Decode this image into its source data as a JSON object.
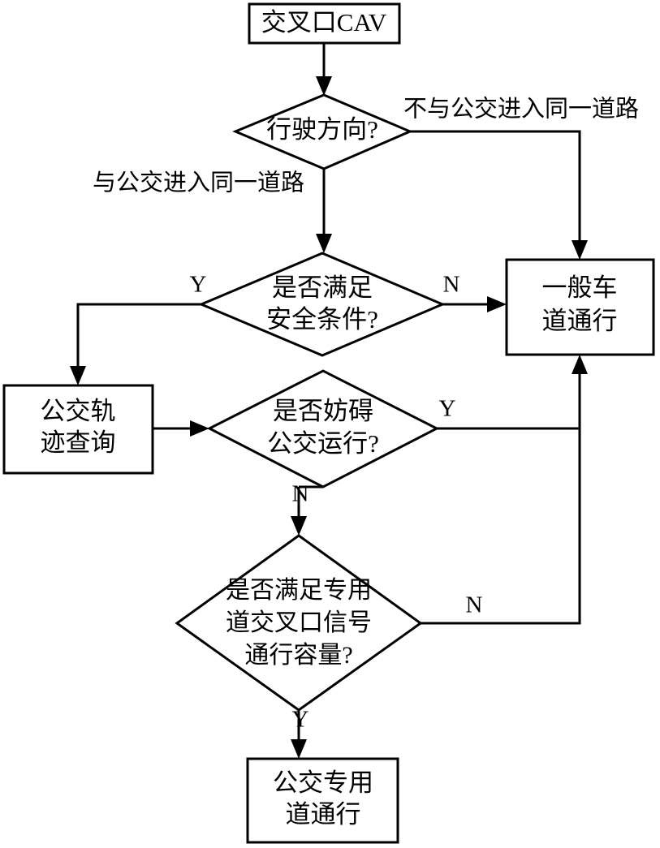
{
  "diagram": {
    "title": "CAV 交叉口通行决策流程图",
    "language": "zh-CN",
    "background_color": "#ffffff",
    "line_color": "#000000",
    "shape_fill": "#ffffff"
  },
  "nodes": {
    "start": {
      "id": "start",
      "type": "process",
      "text": "交叉口CAV"
    },
    "decision_direction": {
      "id": "decision_direction",
      "type": "decision",
      "text": "行驶方向?"
    },
    "decision_safety": {
      "id": "decision_safety",
      "type": "decision",
      "line1": "是否满足",
      "line2": "安全条件?"
    },
    "general_lane": {
      "id": "general_lane",
      "type": "process",
      "line1": "一般车",
      "line2": "道通行"
    },
    "bus_trajectory": {
      "id": "bus_trajectory",
      "type": "process",
      "line1": "公交轨",
      "line2": "迹查询"
    },
    "decision_obstruct": {
      "id": "decision_obstruct",
      "type": "decision",
      "line1": "是否妨碍",
      "line2": "公交运行?"
    },
    "decision_capacity": {
      "id": "decision_capacity",
      "type": "decision",
      "line1": "是否满足专用",
      "line2": "道交叉口信号",
      "line3": "通行容量?"
    },
    "bus_lane": {
      "id": "bus_lane",
      "type": "process",
      "line1": "公交专用",
      "line2": "道通行"
    }
  },
  "edge_labels": {
    "same_road": "与公交进入同一道路",
    "not_same_road": "不与公交进入同一道路",
    "safety_yes": "Y",
    "safety_no": "N",
    "obstruct_yes": "Y",
    "obstruct_no": "N",
    "capacity_no": "N",
    "capacity_yes": "Y"
  },
  "edges": [
    {
      "id": "e1",
      "from": "start",
      "to": "decision_direction",
      "label": ""
    },
    {
      "id": "e2",
      "from": "decision_direction",
      "to": "decision_safety",
      "label": "与公交进入同一道路"
    },
    {
      "id": "e3",
      "from": "decision_direction",
      "to": "general_lane",
      "label": "不与公交进入同一道路"
    },
    {
      "id": "e4",
      "from": "decision_safety",
      "to": "bus_trajectory",
      "label": "Y"
    },
    {
      "id": "e5",
      "from": "decision_safety",
      "to": "general_lane",
      "label": "N"
    },
    {
      "id": "e6",
      "from": "bus_trajectory",
      "to": "decision_obstruct",
      "label": ""
    },
    {
      "id": "e7",
      "from": "decision_obstruct",
      "to": "general_lane",
      "label": "Y"
    },
    {
      "id": "e8",
      "from": "decision_obstruct",
      "to": "decision_capacity",
      "label": "N"
    },
    {
      "id": "e9",
      "from": "decision_capacity",
      "to": "general_lane",
      "label": "N"
    },
    {
      "id": "e10",
      "from": "decision_capacity",
      "to": "bus_lane",
      "label": "Y"
    }
  ]
}
